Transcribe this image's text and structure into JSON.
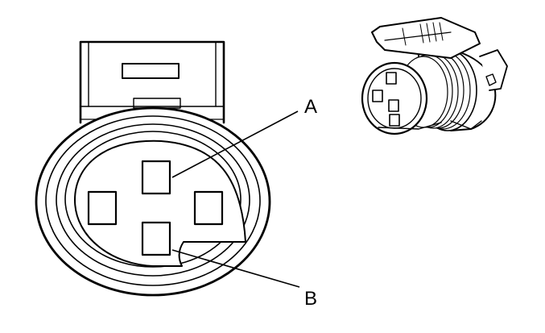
{
  "diagram": {
    "callouts": [
      {
        "id": "a",
        "label": "A"
      },
      {
        "id": "b",
        "label": "B"
      }
    ],
    "colors": {
      "stroke": "#000000",
      "background": "#ffffff"
    },
    "icons": {
      "front_view": "connector-face-drawing",
      "perspective_view": "connector-3d-drawing"
    }
  }
}
